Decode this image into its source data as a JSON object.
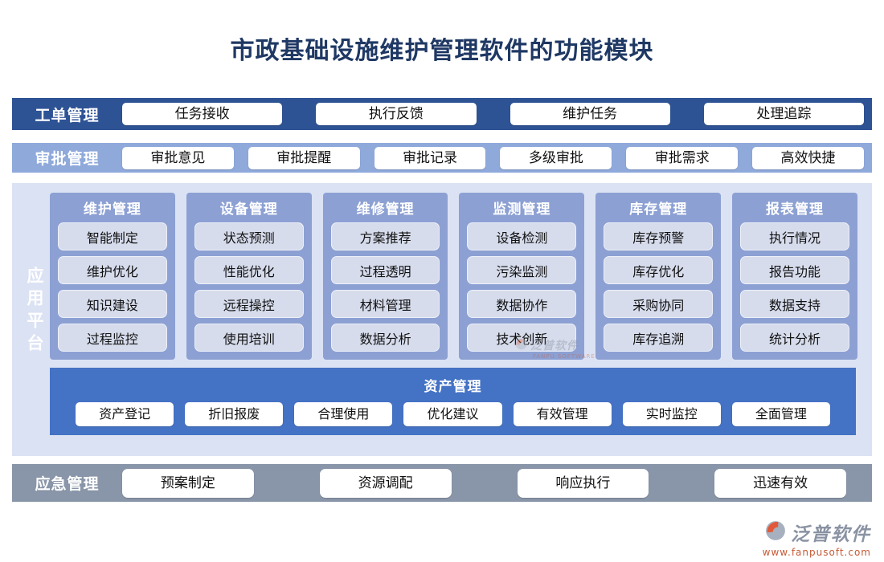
{
  "title": "市政基础设施维护管理软件的功能模块",
  "colors": {
    "title_text": "#1f3864",
    "workorder_bar": "#2e5395",
    "approval_bar": "#8fa9db",
    "platform_bg": "#dbe2f3",
    "module_card": "#8ca0d3",
    "module_item": "#d6dcec",
    "asset_bar": "#4472c4",
    "emergency_bar": "#8995a8"
  },
  "workorder": {
    "label": "工单管理",
    "buttons": [
      "任务接收",
      "执行反馈",
      "维护任务",
      "处理追踪"
    ]
  },
  "approval": {
    "label": "审批管理",
    "buttons": [
      "审批意见",
      "审批提醒",
      "审批记录",
      "多级审批",
      "审批需求",
      "高效快捷"
    ]
  },
  "platform": {
    "label": "应用平台",
    "columns": [
      {
        "title": "维护管理",
        "items": [
          "智能制定",
          "维护优化",
          "知识建设",
          "过程监控"
        ]
      },
      {
        "title": "设备管理",
        "items": [
          "状态预测",
          "性能优化",
          "远程操控",
          "使用培训"
        ]
      },
      {
        "title": "维修管理",
        "items": [
          "方案推荐",
          "过程透明",
          "材料管理",
          "数据分析"
        ]
      },
      {
        "title": "监测管理",
        "items": [
          "设备检测",
          "污染监测",
          "数据协作",
          "技术创新"
        ]
      },
      {
        "title": "库存管理",
        "items": [
          "库存预警",
          "库存优化",
          "采购协同",
          "库存追溯"
        ]
      },
      {
        "title": "报表管理",
        "items": [
          "执行情况",
          "报告功能",
          "数据支持",
          "统计分析"
        ]
      }
    ],
    "asset": {
      "title": "资产管理",
      "buttons": [
        "资产登记",
        "折旧报废",
        "合理使用",
        "优化建议",
        "有效管理",
        "实时监控",
        "全面管理"
      ]
    }
  },
  "emergency": {
    "label": "应急管理",
    "buttons": [
      "预案制定",
      "资源调配",
      "响应执行",
      "迅速有效"
    ]
  },
  "watermark": {
    "brand": "泛普软件",
    "url": "www.fanpusoft.com",
    "center_brand": "泛普软件",
    "center_sub": "FANPU SOFTWARE"
  }
}
